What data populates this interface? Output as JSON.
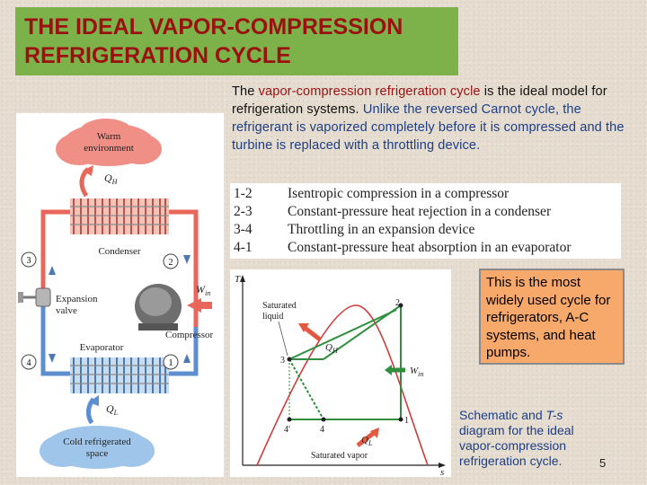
{
  "title": {
    "line1": "THE IDEAL VAPOR-COMPRESSION",
    "line2": "REFRIGERATION CYCLE"
  },
  "intro": {
    "part1": "The ",
    "part2": "vapor-compression refrigeration cycle",
    "part3": " is the ideal model for refrigeration systems. ",
    "part4": "Unlike the reversed Carnot cycle, the refrigerant is vaporized completely before it is compressed and the turbine is replaced with a throttling device."
  },
  "processes": [
    {
      "code": "1-2",
      "desc": "Isentropic compression in a compressor"
    },
    {
      "code": "2-3",
      "desc": "Constant-pressure heat rejection in a condenser"
    },
    {
      "code": "3-4",
      "desc": "Throttling in an expansion device"
    },
    {
      "code": "4-1",
      "desc": "Constant-pressure heat absorption in an evaporator"
    }
  ],
  "schematic": {
    "warm": "Warm environment",
    "warm_l1": "Warm",
    "warm_l2": "environment",
    "qh": "Q",
    "qh_sub": "H",
    "condenser": "Condenser",
    "expansion_l1": "Expansion",
    "expansion_l2": "valve",
    "win": "W",
    "win_sub": "in",
    "compressor": "Compressor",
    "evaporator": "Evaporator",
    "ql": "Q",
    "ql_sub": "L",
    "cold_l1": "Cold refrigerated",
    "cold_l2": "space",
    "state1": "1",
    "state2": "2",
    "state3": "3",
    "state4": "4",
    "colors": {
      "hot_pipe": "#e8665a",
      "cold_pipe": "#5d8fd0",
      "warm_cloud": "#f08f86",
      "cold_cloud": "#9fc6ea"
    }
  },
  "ts_diagram": {
    "t_axis": "T",
    "s_axis": "s",
    "sat_liquid_l1": "Saturated",
    "sat_liquid_l2": "liquid",
    "sat_vapor": "Saturated vapor",
    "qh": "Q",
    "qh_sub": "H",
    "win": "W",
    "win_sub": "in",
    "ql": "Q",
    "ql_sub": "L",
    "p1": "1",
    "p2": "2",
    "p3": "3",
    "p4": "4",
    "p4prime": "4′",
    "colors": {
      "dome": "#d23a3a",
      "cycle": "#2f8f3f",
      "arrow": "#e3583f"
    }
  },
  "callout": "This is the most widely used cycle for refrigerators, A-C systems, and heat pumps.",
  "caption": {
    "part1": "Schematic and ",
    "part2": "T-s",
    "part3": " diagram for the ideal vapor-compression refrigeration cycle."
  },
  "page_number": "5"
}
